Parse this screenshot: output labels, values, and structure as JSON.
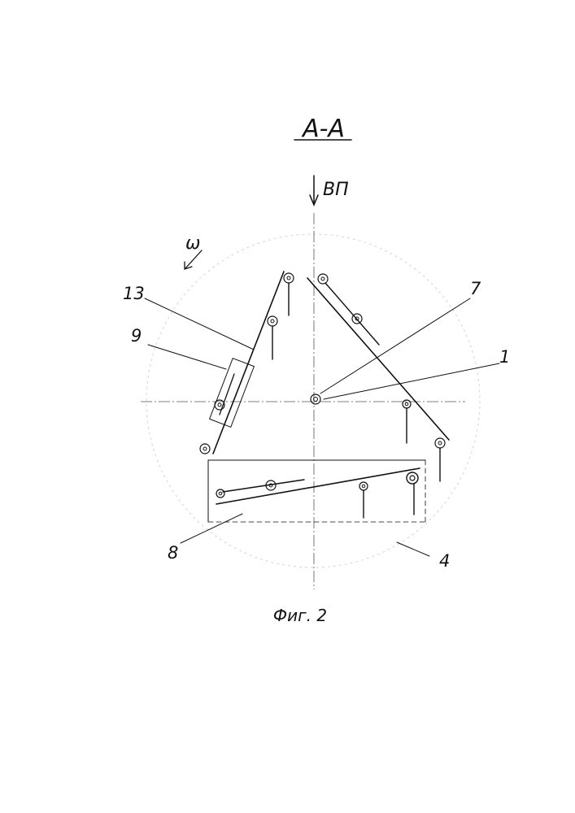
{
  "section_title": "А-А",
  "flow_label": "ВП",
  "rotation_label": "ω",
  "callouts": {
    "c13": "13",
    "c9": "9",
    "c7": "7",
    "c1": "1",
    "c8": "8",
    "c4": "4"
  },
  "figure_caption": "Фиг. 2"
}
